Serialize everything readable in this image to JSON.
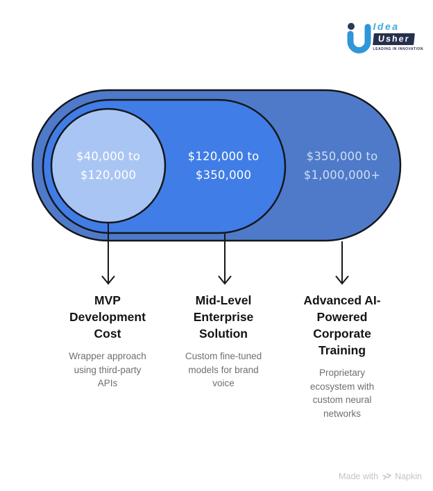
{
  "logo": {
    "brand_top": "Idea",
    "brand_bottom": "Usher",
    "tagline": "LEADING IN INNOVATION"
  },
  "tiers": [
    {
      "amount_lines": [
        "$40,000 to",
        "$120,000"
      ],
      "title_lines": [
        "MVP",
        "Development",
        "Cost"
      ],
      "description_lines": [
        "Wrapper approach",
        "using third-party",
        "APIs"
      ]
    },
    {
      "amount_lines": [
        "$120,000 to",
        "$350,000"
      ],
      "title_lines": [
        "Mid-Level",
        "Enterprise",
        "Solution"
      ],
      "description_lines": [
        "Custom fine-tuned",
        "models for brand",
        "voice"
      ]
    },
    {
      "amount_lines": [
        "$350,000 to",
        "$1,000,000+"
      ],
      "title_lines": [
        "Advanced AI-",
        "Powered",
        "Corporate",
        "Training"
      ],
      "description_lines": [
        "Proprietary",
        "ecosystem with",
        "custom neural",
        "networks"
      ]
    }
  ],
  "footer": {
    "made_with": "Made with",
    "brand": "Napkin"
  },
  "colors": {
    "outer_pill": "#4E7AC9",
    "middle_pill": "#407DE6",
    "inner_circle": "#A9C5F4",
    "outline": "#14161B",
    "amount_text": "#FFFFFF",
    "amount_text_outer": "#CFDEF3",
    "title_text": "#141414",
    "description_text": "#6F6F6F",
    "logo_blue": "#44A6E0",
    "logo_navy": "#26304D",
    "attribution_gray": "#C1C5CB"
  }
}
